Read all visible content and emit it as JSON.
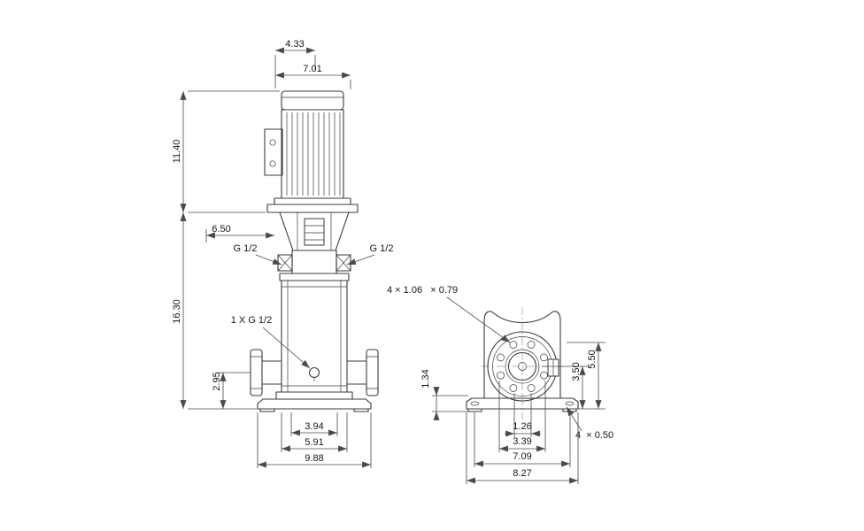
{
  "drawing_title": "pump-dimensional-drawing",
  "colors": {
    "line": "#3b3b3b",
    "dimension": "#4a4a4a",
    "background": "#ffffff"
  },
  "front_view": {
    "dims": {
      "fan_cover_width": "4.33",
      "motor_width": "7.01",
      "motor_height": "11.40",
      "head_clearance": "6.50",
      "pump_height": "16.30",
      "port_center_height": "2.95",
      "foot_width": "3.94",
      "pump_body_width": "5.91",
      "base_width": "9.88"
    },
    "labels": {
      "port_left": "G 1/2",
      "port_right": "G 1/2",
      "drain_port": "1 X G 1/2"
    }
  },
  "end_view": {
    "dims": {
      "base_height": "1.34",
      "port_axis_height": "3.50",
      "body_height": "5.50",
      "bolt_span_inner": "1.26",
      "bolt_span_outer": "3.39",
      "base_hole_spacing": "7.09",
      "base_length": "8.27"
    },
    "labels": {
      "flange_slots": "4 × 1.06   × 0.79",
      "base_holes": "4  × 0.50"
    }
  }
}
